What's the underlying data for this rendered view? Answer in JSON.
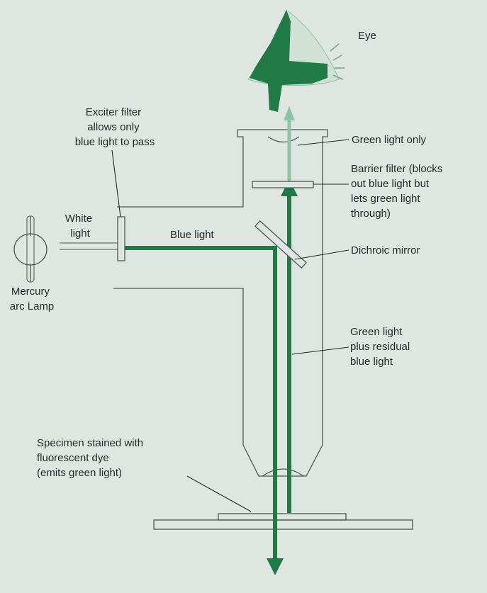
{
  "labels": {
    "eye": "Eye",
    "exciter_filter": [
      "Exciter filter",
      "allows only",
      "blue light to pass"
    ],
    "green_light_only": "Green light only",
    "barrier_filter": [
      "Barrier filter (blocks",
      "out blue light but",
      "lets green light",
      "through)"
    ],
    "white_light": [
      "White",
      "light"
    ],
    "blue_light": "Blue light",
    "dichroic_mirror": "Dichroic mirror",
    "mercury_lamp": [
      "Mercury",
      "arc Lamp"
    ],
    "green_plus_residual": [
      "Green light",
      "plus residual",
      "blue light"
    ],
    "specimen": [
      "Specimen stained with",
      "fluorescent dye",
      "(emits green light)"
    ]
  },
  "colors": {
    "background": "#dfe6e1",
    "light_path_green": "#1f7a45",
    "faint_green": "#8cc3a0",
    "outline": "#4a5854",
    "text": "#1e2a28"
  }
}
